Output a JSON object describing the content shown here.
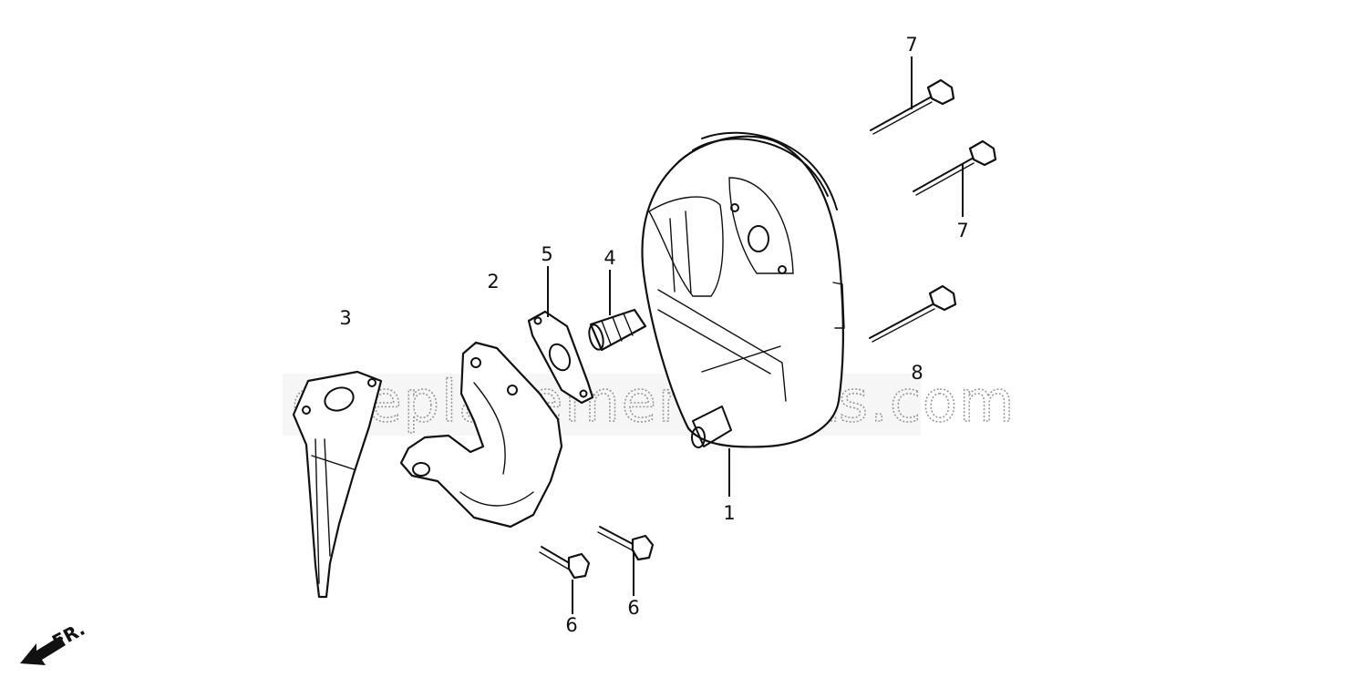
{
  "diagram": {
    "watermark": "eReplacementParts.com",
    "direction_label": "FR.",
    "callouts": [
      {
        "id": "c1",
        "label": "1",
        "part": "muffler"
      },
      {
        "id": "c2",
        "label": "2",
        "part": "exhaust-pipe"
      },
      {
        "id": "c3",
        "label": "3",
        "part": "muffler-protector-bracket"
      },
      {
        "id": "c4",
        "label": "4",
        "part": "spark-arrester-screen"
      },
      {
        "id": "c5",
        "label": "5",
        "part": "muffler-gasket"
      },
      {
        "id": "c6a",
        "label": "6",
        "part": "flange-bolt-short"
      },
      {
        "id": "c6b",
        "label": "6",
        "part": "flange-bolt-short"
      },
      {
        "id": "c7a",
        "label": "7",
        "part": "flange-bolt-long"
      },
      {
        "id": "c7b",
        "label": "7",
        "part": "flange-bolt-long"
      },
      {
        "id": "c8",
        "label": "8",
        "part": "flange-bolt-long"
      }
    ]
  }
}
